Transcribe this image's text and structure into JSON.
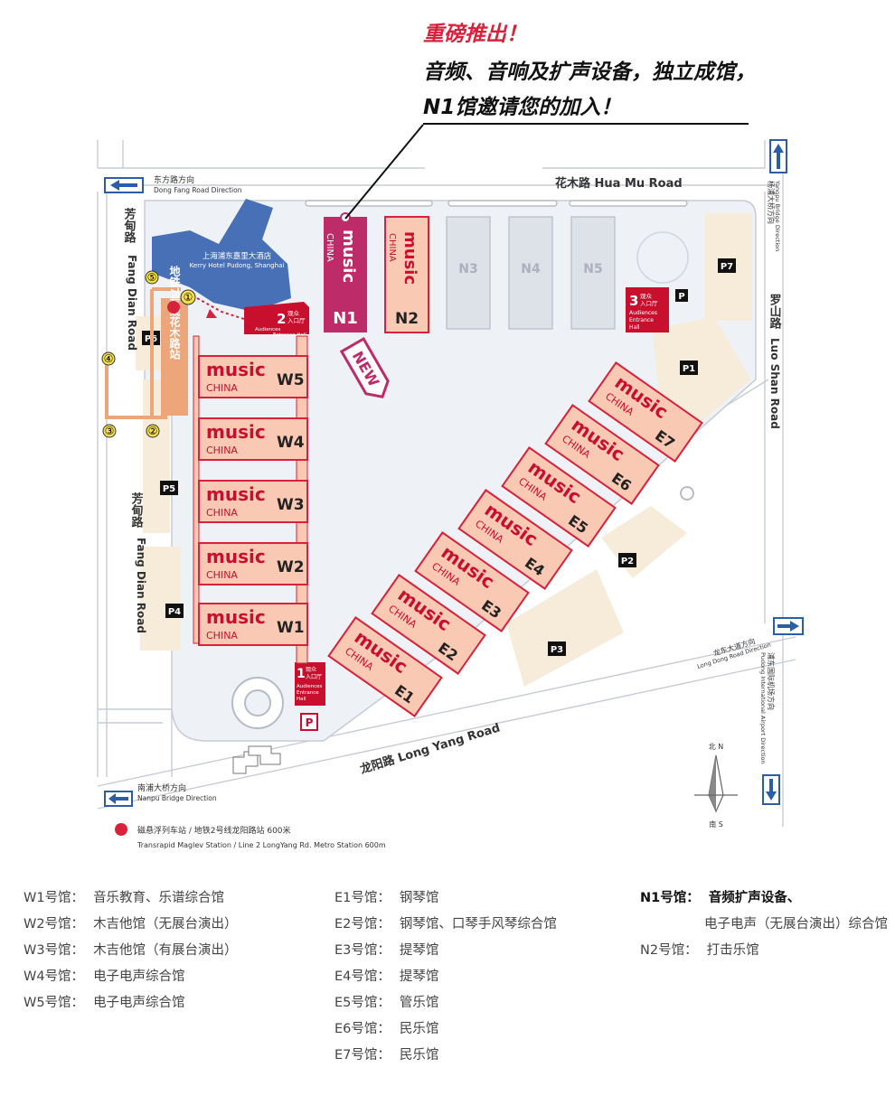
{
  "headline": {
    "line1": "重磅推出！",
    "line2": "音频、音响及扩声设备，独立成馆，",
    "line3": "N1馆邀请您的加入！"
  },
  "roads": {
    "hua_mu": "花木路 Hua Mu Road",
    "dong_fang_cn": "东方路方向",
    "dong_fang_en": "Dong Fang Road Direction",
    "fang_dian_cn": "芳甸路",
    "fang_dian_en": "Fang Dian Road",
    "luo_shan_cn": "罗山路",
    "luo_shan_en": "Luo Shan Road",
    "yangpu_cn": "杨浦大桥方向",
    "yangpu_en": "Yangpu Bridge Direction",
    "long_yang": "龙阳路 Long Yang Road",
    "longdong_cn": "龙东大道方向",
    "longdong_en": "Long Dong Road Direction",
    "pudong_airport_cn": "浦东国际机场方向",
    "pudong_airport_en": "Pudong International Airport Direction",
    "nanpu_cn": "南浦大桥方向",
    "nanpu_en": "Nanpu Bridge Direction"
  },
  "landmarks": {
    "hotel_cn": "上海浦东嘉里大酒店",
    "hotel_en": "Kerry Hotel Pudong, Shanghai",
    "metro7": "地铁7号线花木路站",
    "new_badge": "NEW",
    "compass_n": "北 N",
    "compass_s": "南 S",
    "maglev_cn": "磁悬浮列车站 / 地铁2号线龙阳路站 600米",
    "maglev_en": "Transrapid Maglev Station / Line 2 LongYang Rd. Metro Station   600m"
  },
  "exits": [
    "①",
    "②",
    "③",
    "④",
    "⑤"
  ],
  "brand": {
    "word": "music",
    "sub": "CHINA"
  },
  "halls": {
    "n1": "N1",
    "n2": "N2",
    "n3": "N3",
    "n4": "N4",
    "n5": "N5",
    "w1": "W1",
    "w2": "W2",
    "w3": "W3",
    "w4": "W4",
    "w5": "W5",
    "e1": "E1",
    "e2": "E2",
    "e3": "E3",
    "e4": "E4",
    "e5": "E5",
    "e6": "E6",
    "e7": "E7"
  },
  "entrances": {
    "e1": {
      "num": "1",
      "cn1": "观众",
      "cn2": "入口厅",
      "en1": "Audiences",
      "en2": "Entrance",
      "en3": "Hall"
    },
    "e2": {
      "num": "2",
      "cn1": "观众",
      "cn2": "入口厅",
      "en1": "Audiences",
      "en2": "Entrance Hall"
    },
    "e3": {
      "num": "3",
      "cn1": "观众",
      "cn2": "入口厅",
      "en1": "Audiences",
      "en2": "Entrance",
      "en3": "Hall"
    }
  },
  "parking": {
    "p": "P",
    "p1": "P1",
    "p2": "P2",
    "p3": "P3",
    "p4": "P4",
    "p5": "P5",
    "p6": "P6",
    "p7": "P7"
  },
  "legend": {
    "col1": [
      {
        "label": "W1号馆：",
        "value": "音乐教育、乐谱综合馆"
      },
      {
        "label": "W2号馆：",
        "value": "木吉他馆（无展台演出）"
      },
      {
        "label": "W3号馆：",
        "value": "木吉他馆（有展台演出）"
      },
      {
        "label": "W4号馆：",
        "value": "电子电声综合馆"
      },
      {
        "label": "W5号馆：",
        "value": "电子电声综合馆"
      }
    ],
    "col2": [
      {
        "label": "E1号馆：",
        "value": "钢琴馆"
      },
      {
        "label": "E2号馆：",
        "value": "钢琴馆、口琴手风琴综合馆"
      },
      {
        "label": "E3号馆：",
        "value": "提琴馆"
      },
      {
        "label": "E4号馆：",
        "value": "提琴馆"
      },
      {
        "label": "E5号馆：",
        "value": "管乐馆"
      },
      {
        "label": "E6号馆：",
        "value": "民乐馆"
      },
      {
        "label": "E7号馆：",
        "value": "民乐馆"
      }
    ],
    "col3_n1_label": "N1号馆：",
    "col3_n1_value1": "音频扩声设备、",
    "col3_n1_value2": "电子电声（无展台演出）综合馆",
    "col3_n2_label": "N2号馆：",
    "col3_n2_value": "打击乐馆"
  },
  "colors": {
    "hall_fill": "#f9c9b3",
    "hall_stroke": "#d8213a",
    "brand_red": "#c8102e",
    "n1_fill": "#bd2b69",
    "gray_hall": "#dde1e8",
    "site_bg": "#eef1f6",
    "hotel_blue": "#4870b6",
    "parking_fill": "#f6ecd9",
    "metro_orange": "#eda57a",
    "arrow_blue": "#2a5ea8"
  }
}
